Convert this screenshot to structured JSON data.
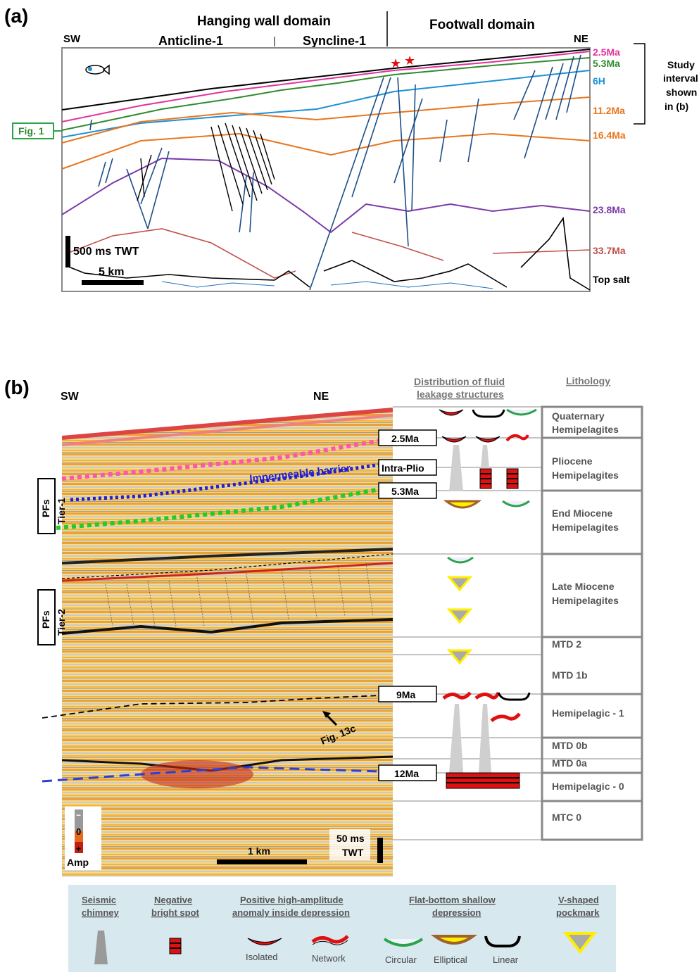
{
  "panel_a": {
    "label": "(a)",
    "hanging_wall": "Hanging wall domain",
    "footwall": "Footwall domain",
    "anticline": "Anticline-1",
    "syncline": "Syncline-1",
    "sw": "SW",
    "ne": "NE",
    "fig1": "Fig. 1",
    "scale_time": "500 ms TWT",
    "scale_dist": "5 km",
    "horizons": [
      {
        "label": "2.5Ma",
        "color": "#e0339c"
      },
      {
        "label": "5.3Ma",
        "color": "#2e8b2e"
      },
      {
        "label": "6H",
        "color": "#1e90d6"
      },
      {
        "label": "11.2Ma",
        "color": "#e8761e"
      },
      {
        "label": "16.4Ma",
        "color": "#e8761e"
      },
      {
        "label": "23.8Ma",
        "color": "#7b3aa8"
      },
      {
        "label": "33.7Ma",
        "color": "#c0504d"
      },
      {
        "label": "Top salt",
        "color": "#000000"
      }
    ],
    "study_line1": "Study",
    "study_line2": "interval",
    "study_line3": "shown",
    "study_line4": "in (b)"
  },
  "panel_b": {
    "label": "(b)",
    "sw": "SW",
    "ne": "NE",
    "dist_header_1": "Distribution of fluid",
    "dist_header_2": "leakage structures",
    "litho_header": "Lithology",
    "impermeable": "Impermeable barrier",
    "pfs1_a": "PFs",
    "pfs1_b": "Tier-1",
    "pfs2_a": "PFs",
    "pfs2_b": "Tier-2",
    "fig13c": "Fig. 13c",
    "horizon_tags": [
      "2.5Ma",
      "Intra-Plio",
      "5.3Ma",
      "9Ma",
      "12Ma"
    ],
    "lithology": [
      {
        "l1": "Quaternary",
        "l2": "Hemipelagites"
      },
      {
        "l1": "Pliocene",
        "l2": "Hemipelagites"
      },
      {
        "l1": "End Miocene",
        "l2": "Hemipelagites"
      },
      {
        "l1": "Late Miocene",
        "l2": "Hemipelagites"
      },
      {
        "l1": "MTD 2",
        "l2": ""
      },
      {
        "l1": "MTD 1b",
        "l2": ""
      },
      {
        "l1": "Hemipelagic - 1",
        "l2": ""
      },
      {
        "l1": "MTD 0b",
        "l2": ""
      },
      {
        "l1": "MTD 0a",
        "l2": ""
      },
      {
        "l1": "Hemipelagic - 0",
        "l2": ""
      },
      {
        "l1": "MTC 0",
        "l2": ""
      }
    ],
    "amp_minus": "−",
    "amp_zero": "0",
    "amp_plus": "+",
    "amp_label": "Amp",
    "scale_time_1": "50 ms",
    "scale_time_2": "TWT",
    "scale_dist": "1 km"
  },
  "legend": {
    "chimney_1": "Seismic",
    "chimney_2": "chimney",
    "negbright_1": "Negative",
    "negbright_2": "bright spot",
    "pos_1": "Positive high-amplitude",
    "pos_2": "anomaly inside depression",
    "pos_isolated": "Isolated",
    "pos_network": "Network",
    "flat_1": "Flat-bottom shallow",
    "flat_2": "depression",
    "flat_circular": "Circular",
    "flat_elliptical": "Elliptical",
    "flat_linear": "Linear",
    "vshape_1": "V-shaped",
    "vshape_2": "pockmark"
  },
  "colors": {
    "legend_bg": "#d7e8ee",
    "green_dep": "#2aa34a",
    "brown_dep": "#a0622d",
    "yellow_fill": "#ffee00",
    "red": "#e01010"
  }
}
